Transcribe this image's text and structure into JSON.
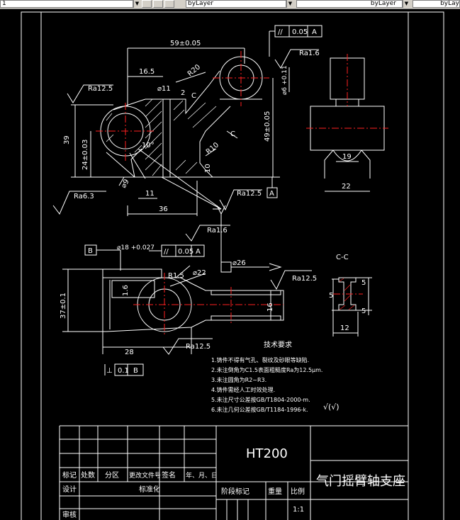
{
  "toolbar": {
    "layer_value": "1",
    "color_value": "byLayer",
    "linetype_value": "byLayer",
    "lineweight_value": "byLay"
  },
  "main_view": {
    "dim_59": "59±0.05",
    "dim_16_5": "16.5",
    "dim_11_phi": "⌀11",
    "dim_r20": "R20",
    "dim_2": "2",
    "dim_c": "C",
    "dim_c2": "C",
    "dim_39": "39",
    "dim_24": "24±0.03",
    "dim_10deg": "10°",
    "dim_r10": "R10",
    "dim_10": "10",
    "dim_49": "49±0.05",
    "dim_9": "⌀9",
    "dim_11": "11",
    "dim_36": "36",
    "dim_phi6": "⌀6 +0.11",
    "ra_12_5_a": "Ra12.5",
    "ra_1_6_a": "Ra1.6",
    "ra_6_3": "Ra6.3",
    "ra_12_5_b": "Ra12.5",
    "ra_1_6_b": "Ra1.6",
    "tol_sym": "//",
    "tol_val": "0.05",
    "tol_ref": "A",
    "datum_a": "A"
  },
  "side_view": {
    "dim_19": "19",
    "dim_22": "22"
  },
  "bottom_view": {
    "datum_b": "B",
    "dim_phi18": "⌀18 +0.027",
    "tol_sym": "//",
    "tol_val": "0.05",
    "tol_ref": "A",
    "dim_r15": "R1.5",
    "dim_phi22": "⌀22",
    "dim_phi26": "⌀26",
    "ra_12_5": "Ra12.5",
    "dim_37": "37±0.1",
    "dim_1_6": "1.6",
    "dim_16": "16",
    "dim_28": "28",
    "ra_12_5_b": "Ra12.5",
    "flat_sym": "⊥",
    "flat_val": "0.1",
    "flat_ref": "B"
  },
  "section": {
    "label": "C-C",
    "dim_5a": "5",
    "dim_5b": "5",
    "dim_5c": "5",
    "dim_12": "12"
  },
  "notes": {
    "title": "技术要求",
    "items": [
      "1.铸件不得有气孔、裂纹及砂眼等缺陷.",
      "2.未注倒角为C1.5表面粗糙度Ra为12.5μm.",
      "3.未注圆角为R2~R3.",
      "4.铸件需经人工时效处理.",
      "5.未注尺寸公差按GB/T1804-2000-m.",
      "6.未注几何公差按GB/T1184-1996-k."
    ],
    "check": "√(√)"
  },
  "title_block": {
    "material": "HT200",
    "part_name": "气门摇臂轴支座",
    "h_mark": "标记",
    "h_count": "处数",
    "h_zone": "分区",
    "h_doc": "更改文件号",
    "h_sign": "签名",
    "h_date": "年、月、日",
    "r_design": "设计",
    "r_std": "标准化",
    "r_review": "审核",
    "c_stage": "阶段标记",
    "c_weight": "重量",
    "c_scale": "比例",
    "scale_val": "1:1"
  }
}
